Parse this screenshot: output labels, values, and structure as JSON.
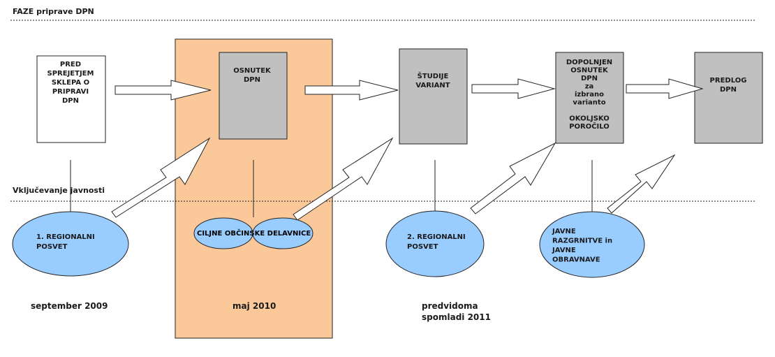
{
  "header": {
    "title": "FAZE priprave DPN",
    "public_involvement": "Vključevanje javnosti"
  },
  "colors": {
    "phase_highlight": "#fbc999",
    "gray_box": "#c0c0c0",
    "ellipse_fill": "#99ccff",
    "white_box": "#ffffff"
  },
  "phases": [
    {
      "id": "pred",
      "lines": [
        "PRED",
        "SPREJETJEM",
        "SKLEPA O",
        "PRIPRAVI",
        "DPN"
      ]
    },
    {
      "id": "osnutek",
      "lines": [
        "OSNUTEK",
        "DPN"
      ]
    },
    {
      "id": "studije",
      "lines": [
        "ŠTUDIJE",
        "VARIANT"
      ]
    },
    {
      "id": "dopolnjen",
      "lines": [
        "DOPOLNJEN",
        "OSNUTEK",
        "DPN",
        "za",
        "izbrano",
        "varianto",
        "",
        "OKOLJSKO",
        "POROČILO"
      ]
    },
    {
      "id": "predlog",
      "lines": [
        "PREDLOG",
        "DPN"
      ]
    }
  ],
  "public_events": [
    {
      "id": "regional-1",
      "lines": [
        "1. REGIONALNI",
        "POSVET"
      ]
    },
    {
      "id": "workshops",
      "lines": [
        "CILJNE OBČINSKE DELAVNICE"
      ]
    },
    {
      "id": "regional-2",
      "lines": [
        "2. REGIONALNI",
        "POSVET"
      ]
    },
    {
      "id": "public-hearings",
      "lines": [
        "JAVNE",
        "RAZGRNITVE in",
        "JAVNE",
        "OBRAVNAVE"
      ]
    }
  ],
  "dates": [
    {
      "id": "sep-2009",
      "lines": [
        "september 2009"
      ]
    },
    {
      "id": "maj-2010",
      "lines": [
        "maj 2010"
      ]
    },
    {
      "id": "spring-2011",
      "lines": [
        "predvidoma",
        "spomladi 2011"
      ]
    }
  ]
}
